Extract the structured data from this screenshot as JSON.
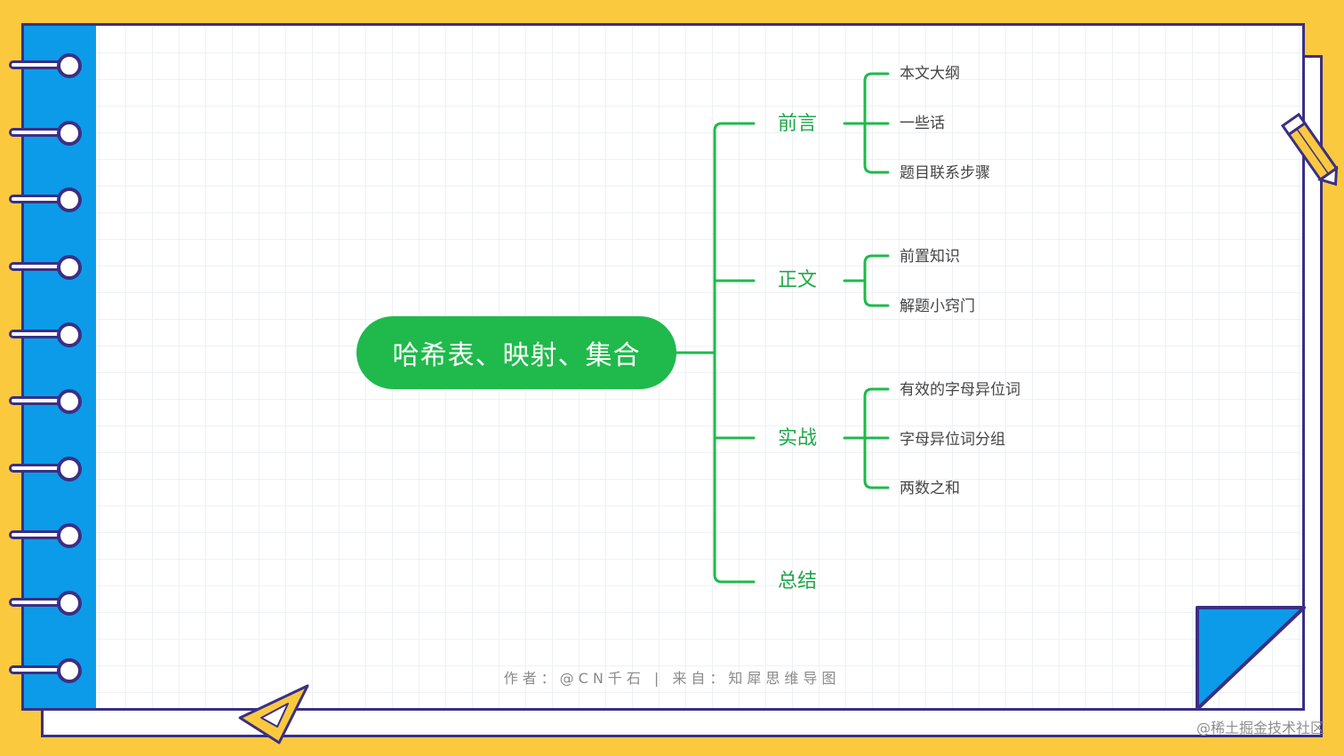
{
  "mindmap": {
    "root": "哈希表、映射、集合",
    "branches": [
      {
        "label": "前言",
        "children": [
          "本文大纲",
          "一些话",
          "题目联系步骤"
        ]
      },
      {
        "label": "正文",
        "children": [
          "前置知识",
          "解题小窍门"
        ]
      },
      {
        "label": "实战",
        "children": [
          "有效的字母异位词",
          "字母异位词分组",
          "两数之和"
        ]
      },
      {
        "label": "总结",
        "children": []
      }
    ]
  },
  "footer": {
    "credit": "作者：@CN千石 | 来自：知犀思维导图"
  },
  "watermark": "@稀土掘金技术社区",
  "colors": {
    "background": "#FBC93E",
    "binding": "#0C9BE8",
    "outline": "#3A2F86",
    "root_fill": "#1FBA4B",
    "connector": "#1FBA4B",
    "branch_text": "#1FA84A"
  },
  "icons": [
    "ring-binder-icon",
    "pencil-icon",
    "set-square-icon",
    "page-curl-icon"
  ]
}
